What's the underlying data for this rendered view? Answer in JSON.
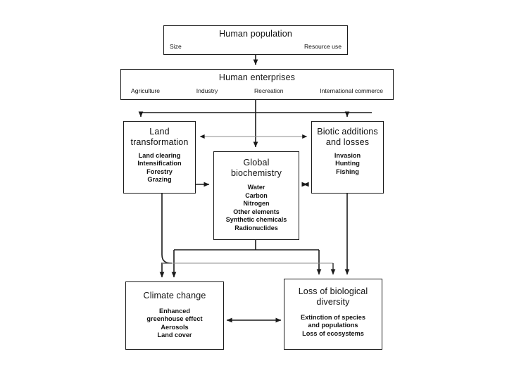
{
  "diagram": {
    "title": "Human domination of Earth's ecosystems conceptual model",
    "background": "#ffffff",
    "line_color": "#1a1a1a",
    "thin_line_color": "#8c8c8c",
    "box_fill": "#ffffff"
  },
  "nodes": {
    "population": {
      "title": "Human population",
      "left_label": "Size",
      "right_label": "Resource use"
    },
    "enterprises": {
      "title": "Human enterprises",
      "labels": [
        "Agriculture",
        "Industry",
        "Recreation",
        "International commerce"
      ]
    },
    "land": {
      "title": "Land\ntransformation",
      "items": [
        "Land clearing",
        "Intensification",
        "Forestry",
        "Grazing"
      ]
    },
    "biotic": {
      "title": "Biotic additions\nand losses",
      "items": [
        "Invasion",
        "Hunting",
        "Fishing"
      ]
    },
    "global": {
      "title": "Global\nbiochemistry",
      "items": [
        "Water",
        "Carbon",
        "Nitrogen",
        "Other elements",
        "Synthetic chemicals",
        "Radionuclides"
      ]
    },
    "climate": {
      "title": "Climate change",
      "items": [
        "Enhanced\ngreenhouse effect",
        "Aerosols",
        "Land cover"
      ]
    },
    "biodiversity": {
      "title": "Loss of biological\ndiversity",
      "items": [
        "Extinction of species\nand populations",
        "Loss of ecosystems"
      ]
    }
  },
  "connections": [
    {
      "name": "population-to-enterprises",
      "from": "population",
      "to": "enterprises",
      "arrows": "one-way"
    },
    {
      "name": "enterprises-to-land",
      "from": "enterprises",
      "to": "land",
      "arrows": "one-way"
    },
    {
      "name": "enterprises-to-biotic",
      "from": "enterprises",
      "to": "biotic",
      "arrows": "one-way"
    },
    {
      "name": "enterprises-to-global",
      "from": "enterprises",
      "to": "global",
      "arrows": "one-way"
    },
    {
      "name": "land-to-biotic",
      "from": "land",
      "to": "biotic",
      "arrows": "two-way"
    },
    {
      "name": "land-to-global",
      "from": "land",
      "to": "global",
      "arrows": "one-way"
    },
    {
      "name": "global-to-biotic",
      "from": "global",
      "to": "biotic",
      "arrows": "two-way"
    },
    {
      "name": "land-to-climate",
      "from": "land",
      "to": "climate",
      "arrows": "one-way"
    },
    {
      "name": "global-to-climate",
      "from": "global",
      "to": "climate",
      "arrows": "one-way"
    },
    {
      "name": "global-to-biodiversity",
      "from": "global",
      "to": "biodiversity",
      "arrows": "one-way"
    },
    {
      "name": "land-to-biodiversity",
      "from": "land",
      "to": "biodiversity",
      "arrows": "one-way"
    },
    {
      "name": "biotic-to-biodiversity",
      "from": "biotic",
      "to": "biodiversity",
      "arrows": "one-way"
    },
    {
      "name": "climate-to-biodiversity",
      "from": "climate",
      "to": "biodiversity",
      "arrows": "two-way"
    }
  ]
}
